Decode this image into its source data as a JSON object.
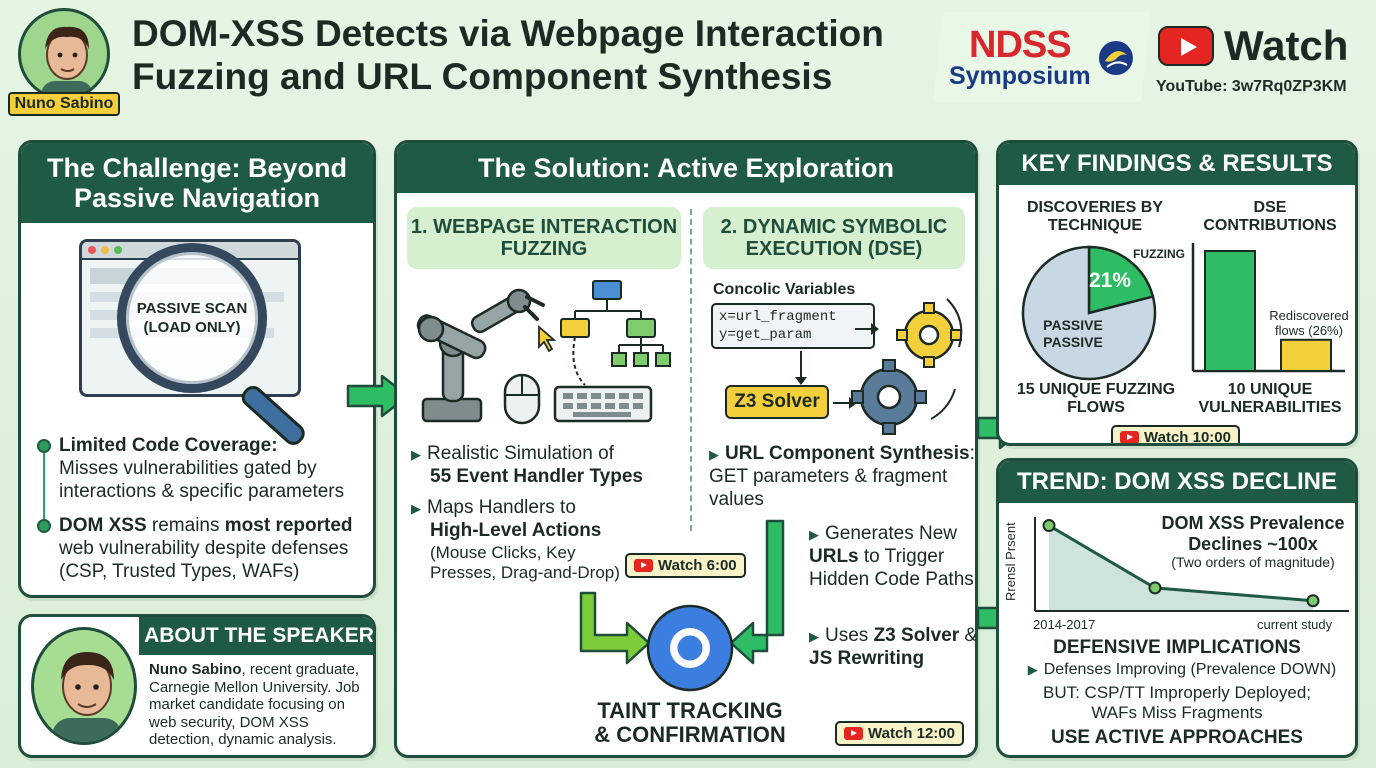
{
  "header": {
    "speaker_name": "Nuno Sabino",
    "title_line1": "DOM-XSS Detects via Webpage Interaction",
    "title_line2": "Fuzzing and URL Component Synthesis",
    "ndss_line1": "NDSS",
    "ndss_line2": "Symposium",
    "watch_label": "Watch",
    "youtube_id": "YouTube: 3w7Rq0ZP3KM"
  },
  "challenge": {
    "title": "The Challenge: Beyond Passive Navigation",
    "magnifier_line1": "PASSIVE SCAN",
    "magnifier_line2": "(LOAD ONLY)",
    "point1_bold": "Limited Code Coverage:",
    "point1_text": "Misses vulnerabilities gated by interactions & specific parameters",
    "point2_bold1": "DOM XSS",
    "point2_text1": " remains ",
    "point2_bold2": "most reported",
    "point2_text2": " web vulnerability despite defenses (CSP, Trusted Types, WAFs)"
  },
  "speaker": {
    "title": "ABOUT THE SPEAKER",
    "name": "Nuno Sabino",
    "bio": ", recent graduate, Carnegie Mellon University. Job market candidate focusing on web security, DOM XSS detection, dynamic analysis."
  },
  "solution": {
    "title": "The Solution: Active Exploration",
    "fuzz_title": "1. WEBPAGE INTERACTION FUZZING",
    "dse_title": "2. DYNAMIC SYMBOLIC EXECUTION (DSE)",
    "fuzz_b1_text": "Realistic Simulation of",
    "fuzz_b1_bold": "55 Event Handler Types",
    "fuzz_b2_text": "Maps Handlers to",
    "fuzz_b2_bold": "High-Level Actions",
    "fuzz_b2_paren": "(Mouse Clicks, Key Presses, Drag-and-Drop)",
    "concolic_label": "Concolic Variables",
    "var1": "x=url_fragment",
    "var2": "y=get_param",
    "z3_label": "Z3 Solver",
    "dse_b1_bold": "URL Component Synthesis",
    "dse_b1_text": ": GET parameters & fragment values",
    "dse_b2_text1": "Generates New",
    "dse_b2_bold": "URLs",
    "dse_b2_text2": " to Trigger Hidden Code Paths",
    "dse_b3_text1": "Uses ",
    "dse_b3_bold1": "Z3 Solver",
    "dse_b3_text2": " & ",
    "dse_b3_bold2": "JS Rewriting",
    "taint_line1": "TAINT TRACKING",
    "taint_line2": "& CONFIRMATION",
    "watch_6": "Watch 6:00",
    "watch_12": "Watch 12:00"
  },
  "findings": {
    "title": "KEY FINDINGS & RESULTS",
    "pie_title": "DISCOVERIES BY TECHNIQUE",
    "pie_fuzz_label": "FUZZING",
    "pie_pct_label": "21%",
    "pie_passive1": "PASSIVE",
    "pie_passive2": "PASSIVE",
    "pie_caption": "15 UNIQUE FUZZING FLOWS",
    "bar_title": "DSE CONTRIBUTIONS",
    "bar_note": "Rediscovered flows (26%)",
    "bar_caption": "10 UNIQUE VULNERABILITIES",
    "watch_10": "Watch 10:00"
  },
  "trend": {
    "title": "TREND: DOM XSS DECLINE",
    "y_label": "Rrensl Prsent",
    "headline1": "DOM XSS Prevalence",
    "headline2": "Declines ~100x",
    "headline3": "(Two orders of magnitude)",
    "x_start": "2014-2017",
    "x_end": "current study",
    "impl_title": "DEFENSIVE IMPLICATIONS",
    "impl1": "Defenses Improving (Prevalence DOWN)",
    "impl2_line1": "BUT: CSP/TT Improperly Deployed;",
    "impl2_line2": "WAFs Miss Fragments",
    "impl3": "USE ACTIVE APPROACHES"
  },
  "chart_data": [
    {
      "type": "pie",
      "categories": [
        "FUZZING",
        "PASSIVE"
      ],
      "values": [
        21,
        79
      ],
      "title": "DISCOVERIES BY TECHNIQUE"
    },
    {
      "type": "bar",
      "categories": [
        "",
        "Rediscovered flows (26%)"
      ],
      "values": [
        100,
        26
      ],
      "title": "DSE CONTRIBUTIONS",
      "ylim": [
        0,
        100
      ]
    },
    {
      "type": "line",
      "x": [
        "2014-2017",
        "",
        "current study"
      ],
      "values": [
        100,
        27,
        12
      ],
      "ylabel": "Rrensl Prsent",
      "ylim": [
        0,
        110
      ]
    }
  ],
  "colors": {
    "dark_green": "#1f5a44",
    "bright_green": "#2ebd64",
    "yellow": "#f4cf3c",
    "youtube_red": "#e52521"
  }
}
